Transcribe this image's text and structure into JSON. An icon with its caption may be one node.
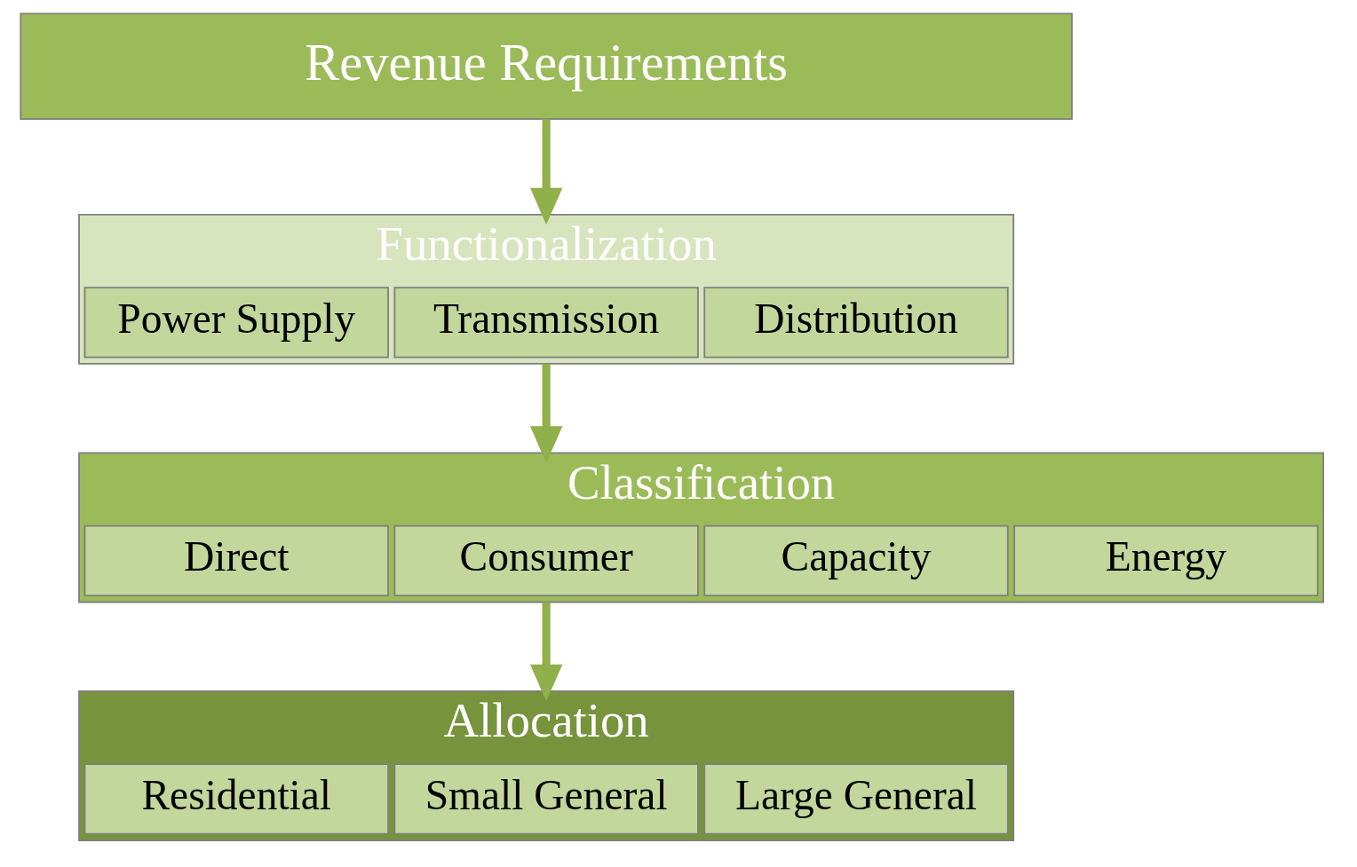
{
  "diagram": {
    "nodes": [
      {
        "text": [
          "Revenue Requirements"
        ]
      },
      {
        "text": [
          "Functionalization"
        ]
      },
      {
        "text": [
          "Power Supply"
        ],
        "in": 1
      },
      {
        "text": [
          "Transmission"
        ],
        "in": 1
      },
      {
        "text": [
          "Distribution"
        ],
        "in": 1
      },
      {
        "text": [
          "Classification"
        ]
      },
      {
        "text": [
          "Direct"
        ],
        "in": 5
      },
      {
        "text": [
          "Consumer"
        ],
        "in": 5
      },
      {
        "text": [
          "Capacity"
        ],
        "in": 5
      },
      {
        "text": [
          "Energy"
        ],
        "in": 5
      },
      {
        "text": [
          "Allocation"
        ]
      },
      {
        "text": [
          "Residential"
        ],
        "in": 10
      },
      {
        "text": [
          "Small General"
        ],
        "in": 10
      },
      {
        "text": [
          "Large General"
        ],
        "in": 10
      }
    ],
    "edges": [
      {
        "from": 0,
        "to": 1,
        "arrow": "to"
      },
      {
        "from": 1,
        "to": 5,
        "arrow": "to"
      },
      {
        "from": 5,
        "to": 10,
        "arrow": "to"
      }
    ]
  }
}
